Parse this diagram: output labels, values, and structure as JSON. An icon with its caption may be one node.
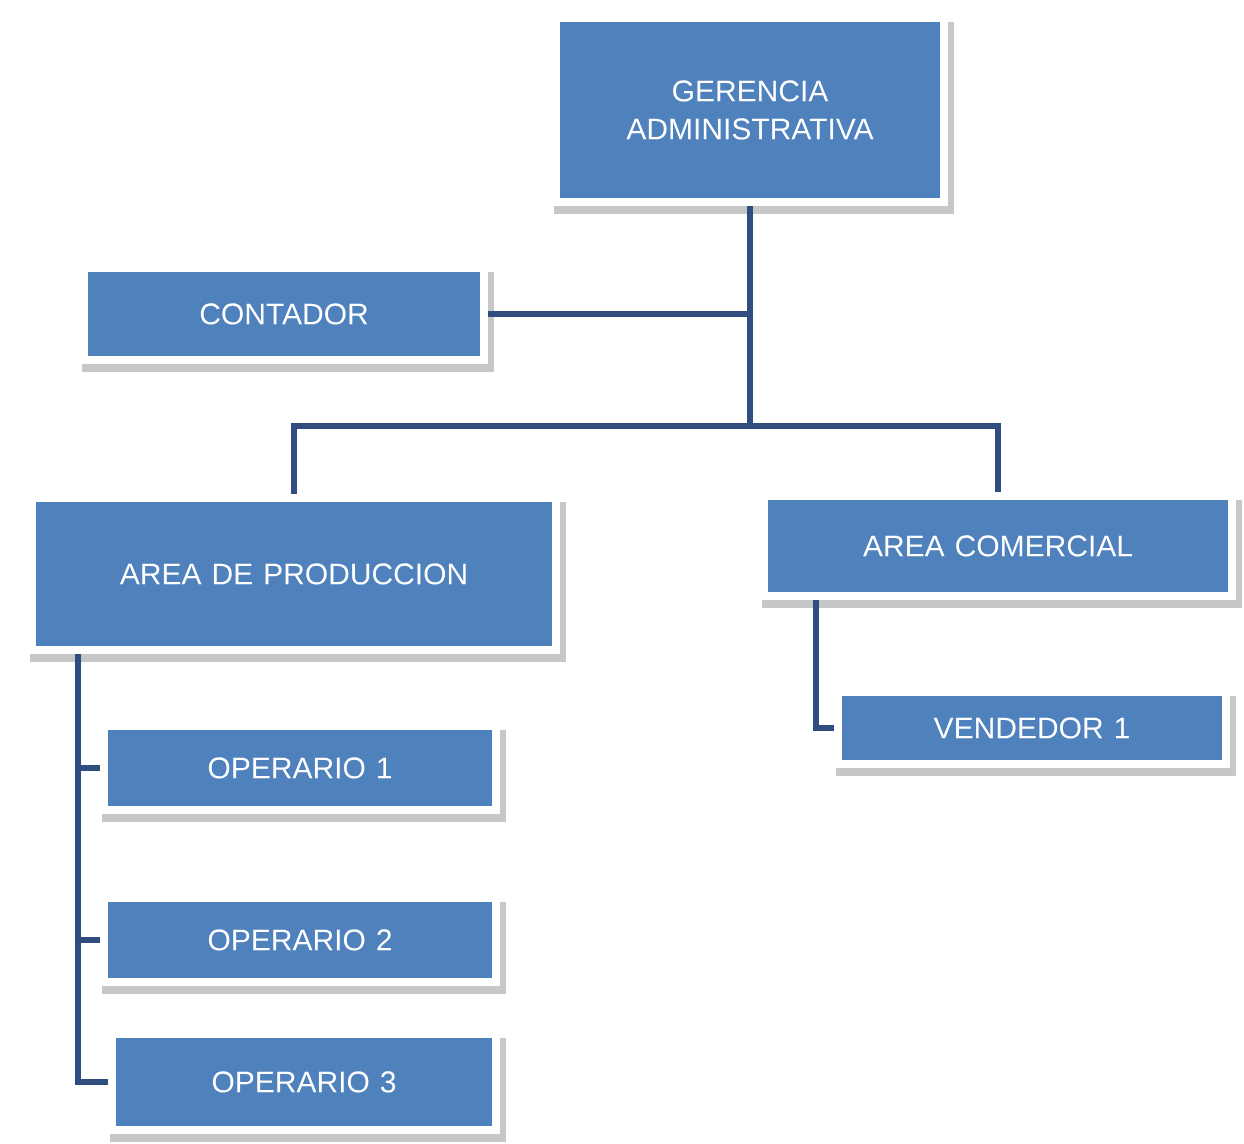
{
  "diagram": {
    "nodes": [
      {
        "text": [
          "GERENCIA ADMINISTRATIVA"
        ]
      },
      {
        "text": [
          "CONTADOR"
        ]
      },
      {
        "text": [
          "AREA DE PRODUCCION"
        ]
      },
      {
        "text": [
          "AREA COMERCIAL"
        ]
      },
      {
        "text": [
          "VENDEDOR 1"
        ]
      },
      {
        "text": [
          "OPERARIO 1"
        ]
      },
      {
        "text": [
          "OPERARIO 2"
        ]
      },
      {
        "text": [
          "OPERARIO 3"
        ]
      }
    ],
    "edges": [
      {
        "from": 0,
        "to": 1,
        "arrow": "none"
      },
      {
        "from": 0,
        "to": 2,
        "arrow": "none"
      },
      {
        "from": 0,
        "to": 3,
        "arrow": "none"
      },
      {
        "from": 3,
        "to": 4,
        "arrow": "none"
      },
      {
        "from": 2,
        "to": 5,
        "arrow": "none"
      },
      {
        "from": 2,
        "to": 6,
        "arrow": "none"
      },
      {
        "from": 2,
        "to": 7,
        "arrow": "none"
      }
    ]
  }
}
